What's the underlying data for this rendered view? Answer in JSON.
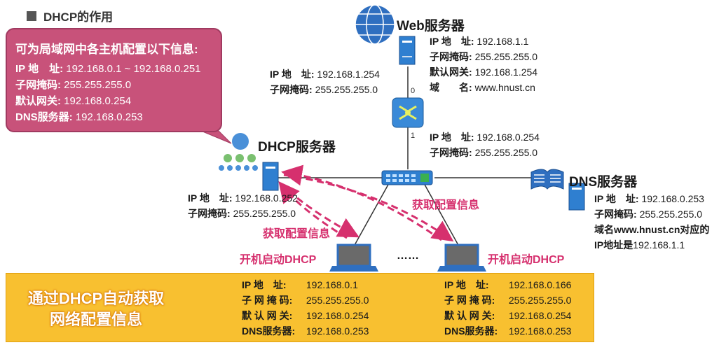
{
  "title": "DHCP的作用",
  "callout": {
    "heading": "可为局域网中各主机配置以下信息:",
    "rows": [
      {
        "key": "IP 地　址:",
        "value": "192.168.0.1 ~ 192.168.0.251"
      },
      {
        "key": "子网掩码:",
        "value": "255.255.255.0"
      },
      {
        "key": "默认网关:",
        "value": "192.168.0.254"
      },
      {
        "key": "DNS服务器:",
        "value": "192.168.0.253"
      }
    ]
  },
  "web_server": {
    "label": "Web服务器",
    "info": [
      {
        "key": "IP 地　址:",
        "value": "192.168.1.1"
      },
      {
        "key": "子网掩码:",
        "value": "255.255.255.0"
      },
      {
        "key": "默认网关:",
        "value": "192.168.1.254"
      },
      {
        "key": "域　　名:",
        "value": "www.hnust.cn"
      }
    ]
  },
  "router": {
    "port0": "0",
    "port1": "1",
    "if0": [
      {
        "key": "IP 地　址:",
        "value": "192.168.1.254"
      },
      {
        "key": "子网掩码:",
        "value": "255.255.255.0"
      }
    ],
    "if1": [
      {
        "key": "IP 地　址:",
        "value": "192.168.0.254"
      },
      {
        "key": "子网掩码:",
        "value": "255.255.255.0"
      }
    ]
  },
  "dhcp_server": {
    "label": "DHCP服务器",
    "info": [
      {
        "key": "IP 地　址:",
        "value": "192.168.0.252"
      },
      {
        "key": "子网掩码:",
        "value": "255.255.255.0"
      }
    ]
  },
  "dns_server": {
    "label": "DNS服务器",
    "info": [
      {
        "key": "IP 地　址:",
        "value": "192.168.0.253"
      },
      {
        "key": "子网掩码:",
        "value": "255.255.255.0"
      }
    ],
    "note1": "域名www.hnust.cn对应的",
    "note2_key": "IP地址是",
    "note2_value": "192.168.1.1"
  },
  "arrows": {
    "left": "获取配置信息",
    "right": "获取配置信息"
  },
  "host_left": {
    "label": "开机启动DHCP",
    "info": [
      {
        "key": "IP 地　址:",
        "value": "192.168.0.1"
      },
      {
        "key": "子 网 掩 码:",
        "value": "255.255.255.0"
      },
      {
        "key": "默 认 网 关:",
        "value": "192.168.0.254"
      },
      {
        "key": "DNS服务器:",
        "value": "192.168.0.253"
      }
    ]
  },
  "host_right": {
    "label": "开机启动DHCP",
    "info": [
      {
        "key": "IP 地　址:",
        "value": "192.168.0.166"
      },
      {
        "key": "子 网 掩 码:",
        "value": "255.255.255.0"
      },
      {
        "key": "默 认 网 关:",
        "value": "192.168.0.254"
      },
      {
        "key": "DNS服务器:",
        "value": "192.168.0.253"
      }
    ]
  },
  "ellipsis": "……",
  "band_text": [
    "通过DHCP自动获取",
    "网络配置信息"
  ],
  "colors": {
    "accent_pink": "#d6306e",
    "callout_bg": "#c8527a",
    "band": "#f8c030",
    "device_blue": "#2f6fc0"
  }
}
